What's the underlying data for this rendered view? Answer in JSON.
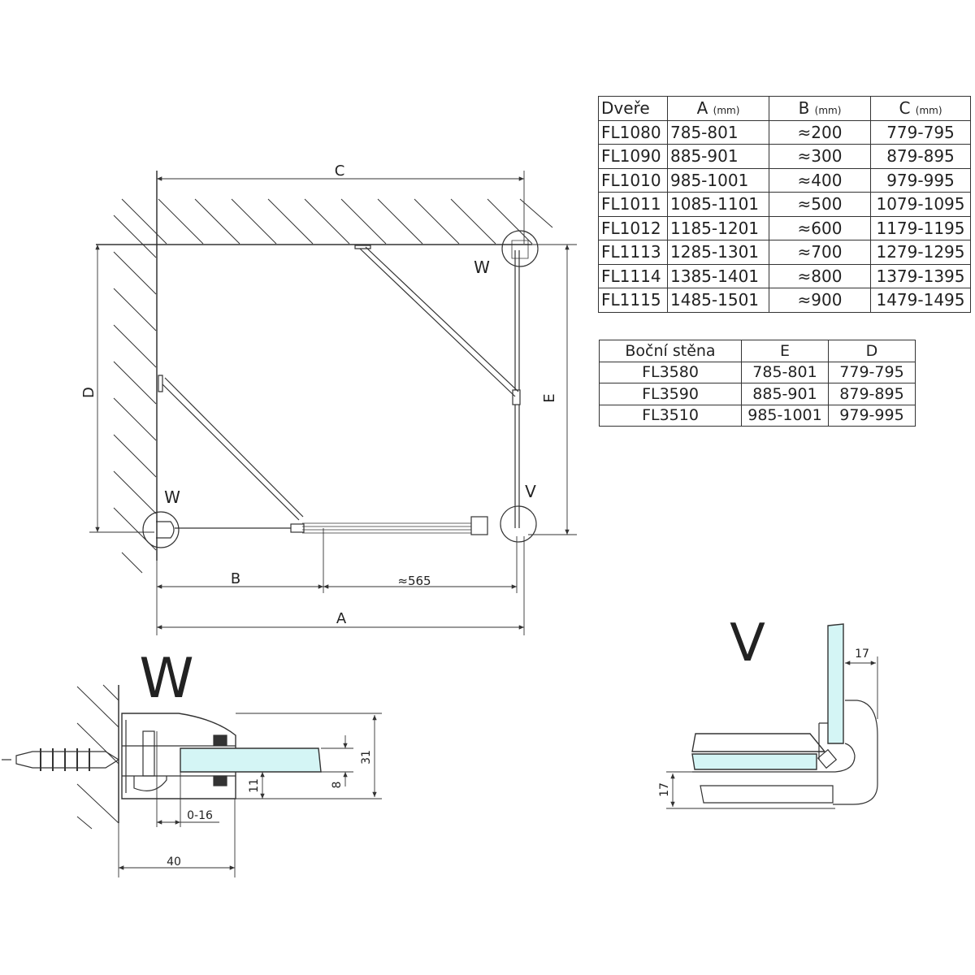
{
  "plan": {
    "dim_a": "A",
    "dim_b": "B",
    "dim_c": "C",
    "dim_d": "D",
    "dim_e": "E",
    "dim_door": "≈565",
    "label_w_top": "W",
    "label_w_left": "W",
    "label_v": "V"
  },
  "doors_table": {
    "headers": [
      {
        "label": "Dveře",
        "unit": ""
      },
      {
        "label": "A",
        "unit": "(mm)"
      },
      {
        "label": "B",
        "unit": "(mm)"
      },
      {
        "label": "C",
        "unit": "(mm)"
      }
    ],
    "rows": [
      [
        "FL1080",
        "785-801",
        "≈200",
        "779-795"
      ],
      [
        "FL1090",
        "885-901",
        "≈300",
        "879-895"
      ],
      [
        "FL1010",
        "985-1001",
        "≈400",
        "979-995"
      ],
      [
        "FL1011",
        "1085-1101",
        "≈500",
        "1079-1095"
      ],
      [
        "FL1012",
        "1185-1201",
        "≈600",
        "1179-1195"
      ],
      [
        "FL1113",
        "1285-1301",
        "≈700",
        "1279-1295"
      ],
      [
        "FL1114",
        "1385-1401",
        "≈800",
        "1379-1395"
      ],
      [
        "FL1115",
        "1485-1501",
        "≈900",
        "1479-1495"
      ]
    ]
  },
  "side_table": {
    "headers": [
      "Boční stěna",
      "E",
      "D"
    ],
    "rows": [
      [
        "FL3580",
        "785-801",
        "779-795"
      ],
      [
        "FL3590",
        "885-901",
        "879-895"
      ],
      [
        "FL3510",
        "985-1001",
        "979-995"
      ]
    ]
  },
  "detail_w": {
    "title": "W",
    "dim_31": "31",
    "dim_8": "8",
    "dim_11": "11",
    "dim_0_16": "0-16",
    "dim_40": "40"
  },
  "detail_v": {
    "title": "V",
    "dim_17_top": "17",
    "dim_17_left": "17"
  },
  "colors": {
    "glass": "#d4f5f5",
    "line": "#333333"
  }
}
